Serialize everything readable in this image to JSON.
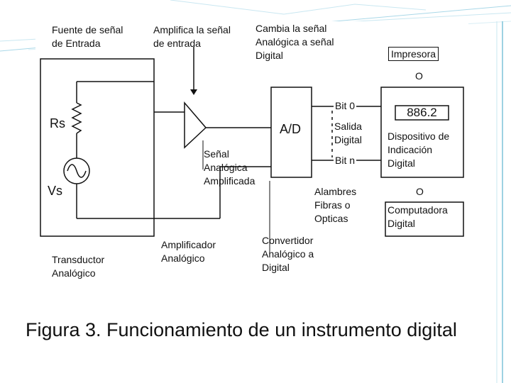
{
  "diagram": {
    "labels": {
      "fuente": "Fuente de señal\nde Entrada",
      "amplifica": "Amplifica la señal\nde entrada",
      "cambia": "Cambia la señal\nAnalógica a señal\nDigital",
      "impresora": "Impresora",
      "o_top": "O",
      "rs": "Rs",
      "vs": "Vs",
      "bit0": "Bit 0",
      "salida": "Salida\nDigital",
      "bitn": "Bit n",
      "ad": "A/D",
      "display": "886.2",
      "dispositivo": "Dispositivo de\nIndicación\nDigital",
      "senal_amp": "Señal\nAnalógica\nAmplificada",
      "alambres": "Alambres\nFibras o\nOpticas",
      "o_bottom": "O",
      "computadora": "Computadora\nDigital",
      "amplificador": "Amplificador\nAnalógico",
      "convertidor": "Convertidor\nAnalógico a\nDigital",
      "transductor": "Transductor\nAnalógico"
    }
  },
  "caption": "Figura 3. Funcionamiento de un instrumento digital",
  "colors": {
    "frame_line": "#7fc3d8",
    "line": "#111111"
  }
}
